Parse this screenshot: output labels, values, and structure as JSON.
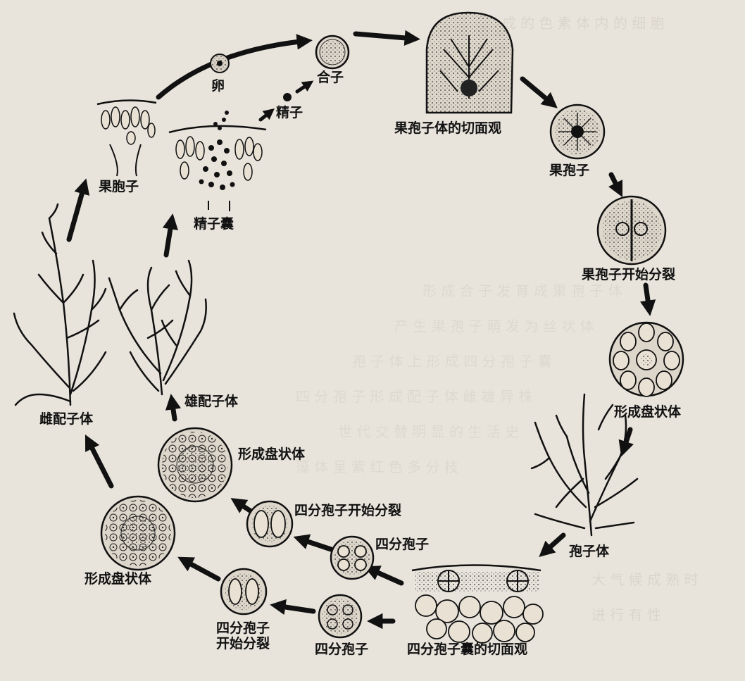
{
  "labels": {
    "egg": "卵",
    "zygote": "合子",
    "sperm": "精子",
    "carpospore_body_section": "果孢子体的切面观",
    "carpospore": "果孢子",
    "carpospore_division": "果孢子开始分裂",
    "disc_right": "形成盘状体",
    "sporophyte": "孢子体",
    "tetrasporangium_section": "四分孢子囊的切面观",
    "tetraspore_bottom": "四分孢子",
    "tetraspore_div_bottom": "四分孢子\n开始分裂",
    "disc_bottom_left": "形成盘状体",
    "tetraspore_upper": "四分孢子",
    "tetraspore_div_upper": "四分孢子开始分裂",
    "disc_middle": "形成盘状体",
    "male_gametophyte": "雄配子体",
    "female_gametophyte": "雌配子体",
    "spermatangium": "精子囊",
    "carpogonium": "果胞子"
  },
  "colors": {
    "paper": "#e8e4dc",
    "ink": "#111111"
  }
}
